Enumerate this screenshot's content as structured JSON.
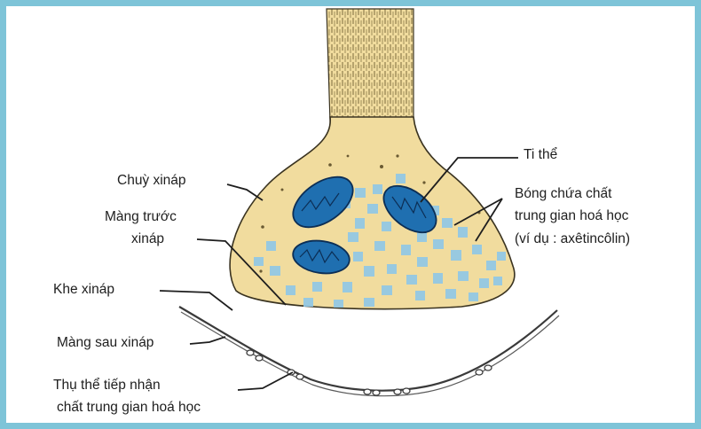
{
  "labels": {
    "chuy_xinap": "Chuỳ xináp",
    "mang_truoc_1": "Màng trước",
    "mang_truoc_2": "xináp",
    "khe_xinap": "Khe xináp",
    "mang_sau_xinap": "Màng sau xináp",
    "thu_the_1": "Thụ thể tiếp nhận",
    "thu_the_2": "chất trung gian hoá học",
    "ti_the": "Ti thể",
    "bong_chua_1": "Bóng chứa chất",
    "bong_chua_2": "trung gian hoá học",
    "bong_chua_3": "(ví dụ : axêtincôlin)"
  },
  "colors": {
    "frame": "#7ec4d8",
    "knob_fill": "#f1dc9e",
    "knob_stroke": "#3a3320",
    "mitochondria": "#1f6fb0",
    "vesicles": "#8fc8e8",
    "membrane": "#3a3a3a"
  }
}
